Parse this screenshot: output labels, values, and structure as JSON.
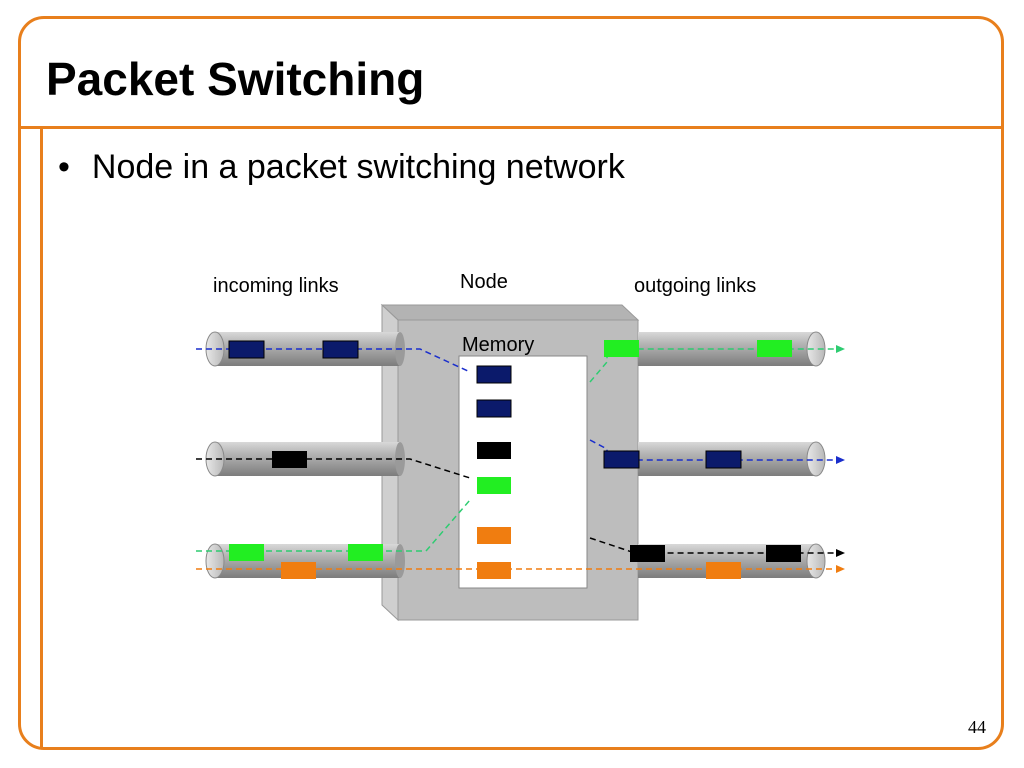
{
  "slide": {
    "title": "Packet Switching",
    "bullet": "Node in a packet switching network",
    "page_number": "44"
  },
  "diagram": {
    "label_incoming": "incoming links",
    "label_node": "Node",
    "label_memory": "Memory",
    "label_outgoing": "outgoing links"
  },
  "colors": {
    "accent": "#e87f1c",
    "navy_packet": "#0b1a6b",
    "black_packet": "#000000",
    "green_packet": "#22ee22",
    "orange_packet": "#f07d10"
  }
}
